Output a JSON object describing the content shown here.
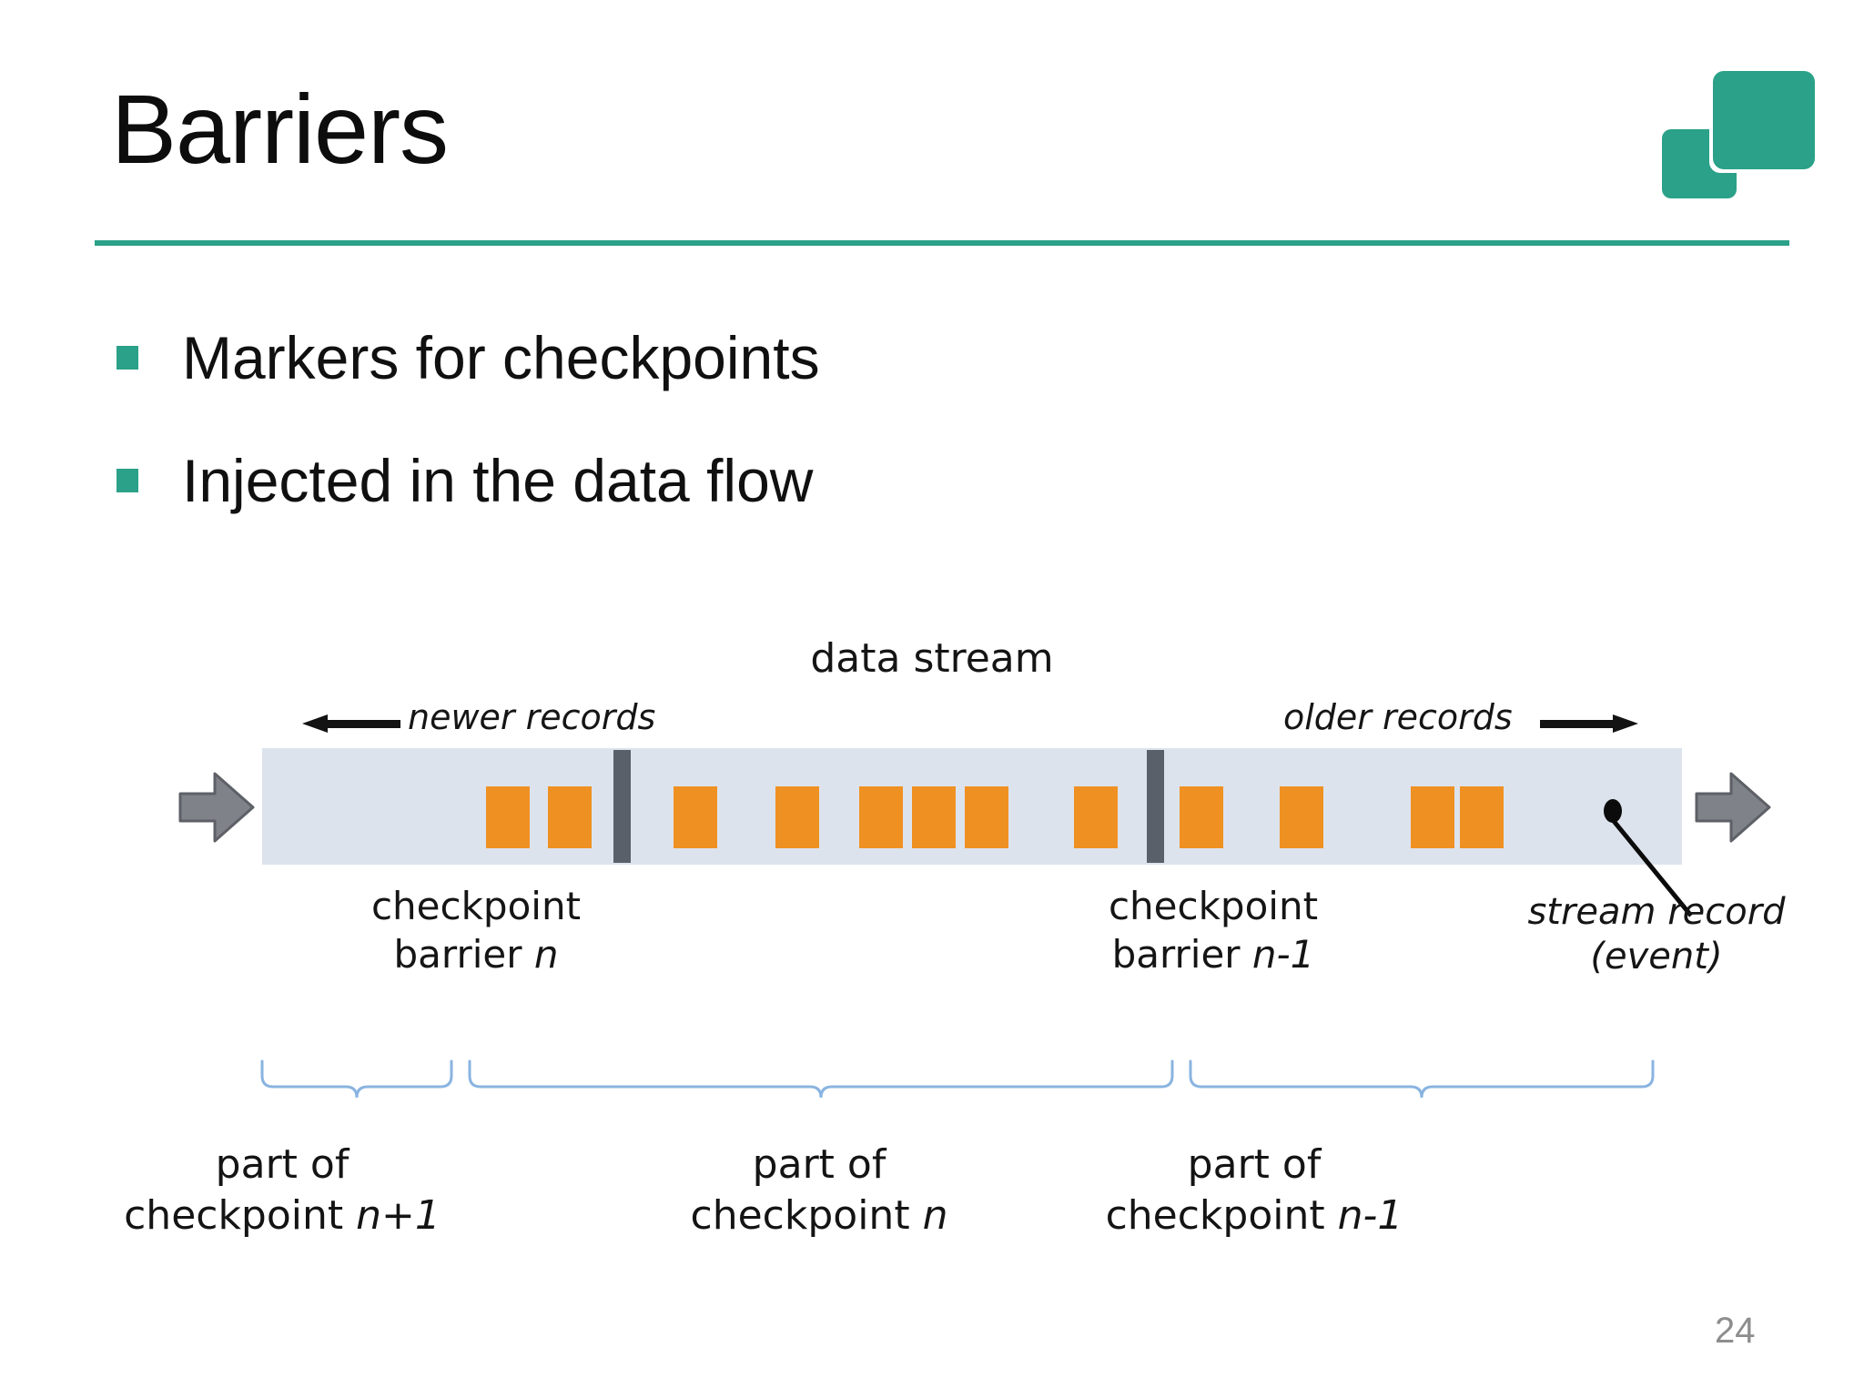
{
  "slide": {
    "title": "Barriers",
    "page_number": "24",
    "accent_color": "#2aa188",
    "bullets": [
      {
        "text": "Markers for checkpoints"
      },
      {
        "text": "Injected in the data flow"
      }
    ]
  },
  "logo": {
    "name": "apache-flink-squares-logo",
    "color": "#2aa188"
  },
  "diagram": {
    "title": "data stream",
    "direction_left_label": "newer records",
    "direction_right_label": "older records",
    "stream_bar_color": "#dde3ed",
    "record_color": "#ef9122",
    "barrier_color": "#5a6069",
    "flow_arrow_color": "#7f8389",
    "brace_color": "#8ab4e0",
    "callouts": {
      "checkpoint_barrier_n_line1": "checkpoint",
      "checkpoint_barrier_n_line2_prefix": "barrier ",
      "checkpoint_barrier_n_line2_italic": "n",
      "checkpoint_barrier_n1_line1": "checkpoint",
      "checkpoint_barrier_n1_line2_prefix": "barrier ",
      "checkpoint_barrier_n1_line2_italic": "n-1",
      "stream_record_line1": "stream record",
      "stream_record_line2": "(event)"
    },
    "parts": [
      {
        "line1": "part of",
        "line2_prefix": "checkpoint ",
        "line2_italic": "n+1"
      },
      {
        "line1": "part of",
        "line2_prefix": "checkpoint ",
        "line2_italic": "n"
      },
      {
        "line1": "part of",
        "line2_prefix": "checkpoint ",
        "line2_italic": "n-1"
      }
    ],
    "records_x": [
      246,
      314,
      452,
      564,
      656,
      714,
      772,
      892,
      1008,
      1118,
      1262,
      1316
    ],
    "barriers_x": [
      386,
      972
    ]
  }
}
